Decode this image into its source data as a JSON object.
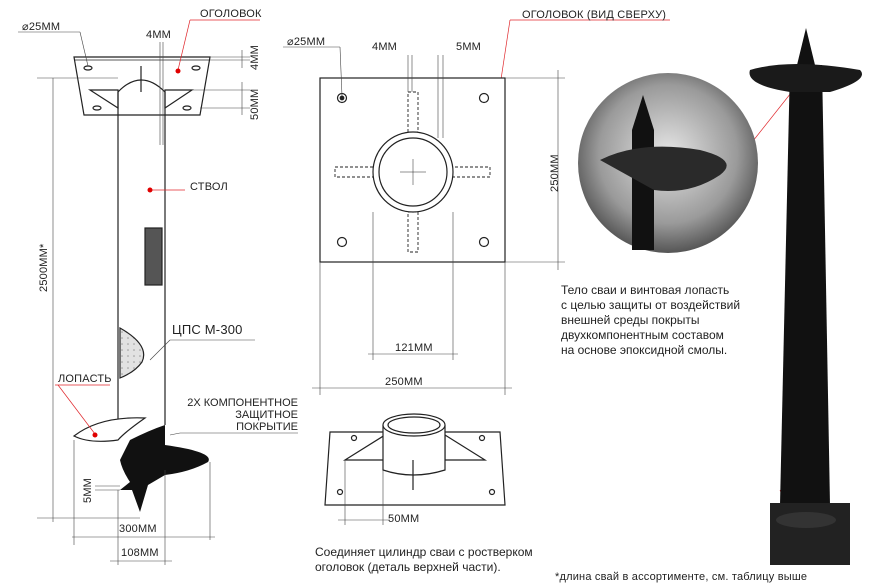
{
  "left_view": {
    "hole_diameter": "⌀25MM",
    "head_label": "ОГОЛОВОК",
    "plate_gap": "4MM",
    "plate_thickness": "4MM",
    "rib_height": "50MM",
    "shaft_label": "СТВОЛ",
    "length": "2500MM*",
    "filler_label": "ЦПС М-300",
    "blade_label": "ЛОПАСТЬ",
    "coating_label": [
      "2X КОМПОНЕНТНОЕ",
      "ЗАЩИТНОЕ",
      "ПОКРЫТИЕ"
    ],
    "blade_thickness": "5MM",
    "blade_diameter": "300MM",
    "shaft_diameter": "108MM"
  },
  "top_view": {
    "title": "ОГОЛОВОК (ВИД СВЕРХУ)",
    "hole_diameter": "⌀25MM",
    "dim_a": "4MM",
    "dim_b": "5MM",
    "side_vertical": "250MM",
    "inner_diameter": "121MM",
    "side_horizontal": "250MM"
  },
  "iso_view": {
    "rib_dim": "50MM",
    "caption": [
      "Соединяет цилиндр сваи с ростверком",
      "оголовок (деталь верхней части)."
    ]
  },
  "photo": {
    "description_lines": [
      "Тело сваи и винтовая лопасть",
      "с целью защиты от воздействий",
      "внешней среды покрыты",
      "двухкомпонентным составом",
      "на основе эпоксидной смолы."
    ]
  },
  "footnote": "*длина свай в ассортименте, см. таблицу выше",
  "colors": {
    "leader": "#e0262b",
    "marker": "#e00000",
    "coating": "#111111"
  }
}
